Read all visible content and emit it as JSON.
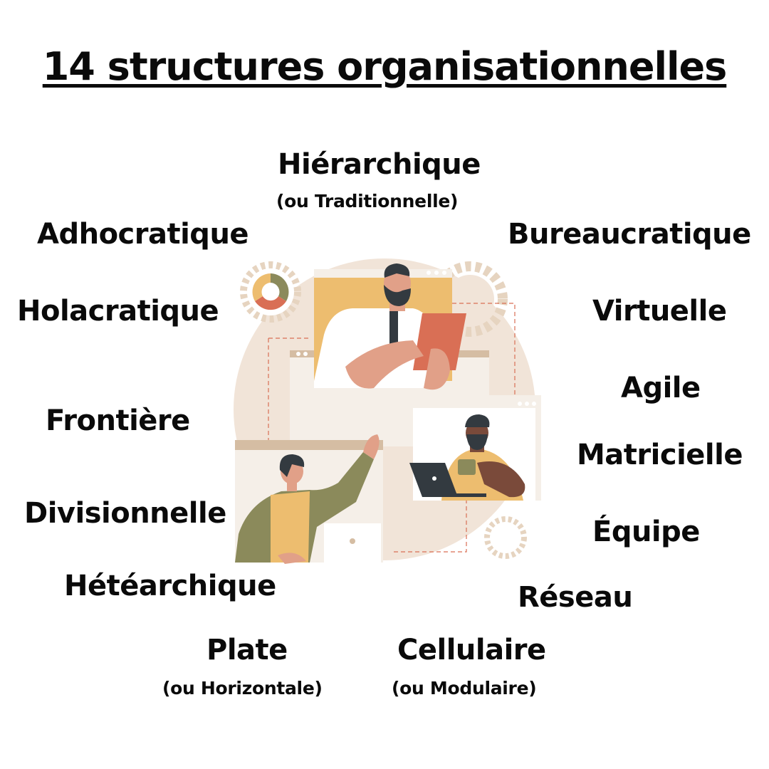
{
  "title": "14 structures organisationnelles",
  "structures": [
    {
      "label": "Hiérarchique",
      "sub": "(ou Traditionnelle)"
    },
    {
      "label": "Adhocratique"
    },
    {
      "label": "Bureaucratique"
    },
    {
      "label": "Holacratique"
    },
    {
      "label": "Virtuelle"
    },
    {
      "label": "Agile"
    },
    {
      "label": "Frontière"
    },
    {
      "label": "Matricielle"
    },
    {
      "label": "Divisionnelle"
    },
    {
      "label": "Équipe"
    },
    {
      "label": "Hétéarchique"
    },
    {
      "label": "Réseau"
    },
    {
      "label": "Plate",
      "sub": "(ou Horizontale)"
    },
    {
      "label": "Cellulaire",
      "sub": "(ou Modulaire)"
    }
  ],
  "colors": {
    "circle_bg": "#f1e4d8",
    "mustard": "#edbd6f",
    "olive": "#8b8a5b",
    "terracotta": "#d96f55",
    "skin": "#e1a088",
    "dark": "#333a40",
    "gear": "#e6d4c0"
  }
}
